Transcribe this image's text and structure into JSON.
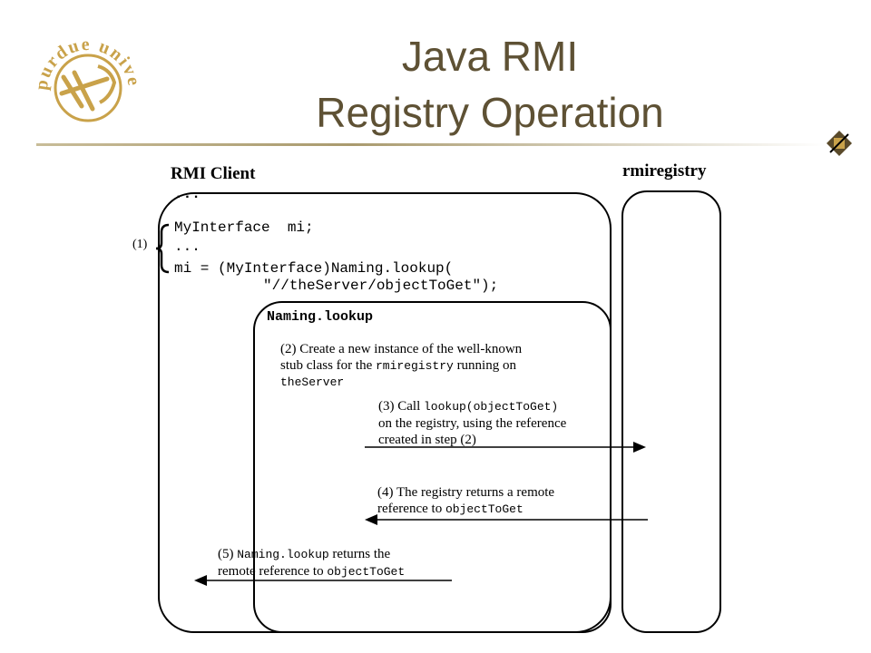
{
  "slide": {
    "title_line1": "Java RMI",
    "title_line2": "Registry Operation"
  },
  "logo": {
    "text": "purdue university"
  },
  "diagram": {
    "client_label": "RMI Client",
    "registry_label": "rmiregistry",
    "client_code": {
      "dots_top": "...",
      "step_marker": "(1)",
      "line1": "MyInterface  mi;",
      "line2": "...",
      "line3": "mi = (MyInterface)Naming.lookup(",
      "line4": "     \"//theServer/objectToGet\");"
    },
    "naming_label": "Naming.lookup",
    "step2": {
      "line1": "(2) Create a new instance of the well-known",
      "line2_a": "stub class for the ",
      "line2_code": "rmiregistry",
      "line2_b": " running on",
      "line3_code": "theServer"
    },
    "step3": {
      "line1_a": "(3) Call ",
      "line1_code": "lookup(objectToGet)",
      "line2": "on the registry, using the reference",
      "line3": "created in step (2)"
    },
    "step4": {
      "line1": "(4)  The registry returns a remote",
      "line2_a": "reference to ",
      "line2_code": "objectToGet"
    },
    "step5": {
      "line1_a": "(5) ",
      "line1_code": "Naming.lookup",
      "line1_b": " returns the",
      "line2_a": "remote reference to ",
      "line2_code": "objectToGet"
    }
  }
}
